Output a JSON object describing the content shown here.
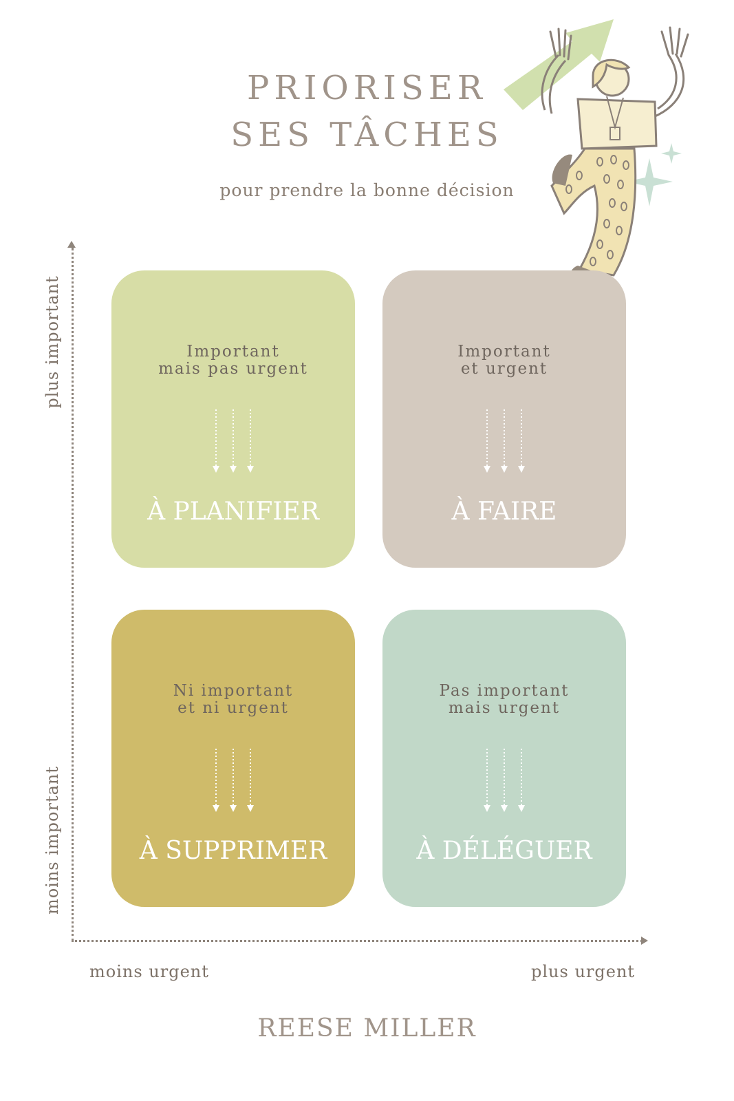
{
  "title": {
    "line1": "PRIORISER",
    "line2": "SES TÂCHES",
    "subtitle": "pour prendre la bonne décision"
  },
  "axes": {
    "y_top": "plus important",
    "y_bottom": "moins important",
    "x_left": "moins urgent",
    "x_right": "plus urgent"
  },
  "quadrants": [
    {
      "desc_line1": "Important",
      "desc_line2": "mais pas urgent",
      "action": "À PLANIFIER",
      "color": "#d7dda6"
    },
    {
      "desc_line1": "Important",
      "desc_line2": "et urgent",
      "action": "À FAIRE",
      "color": "#d4cabf"
    },
    {
      "desc_line1": "Ni important",
      "desc_line2": "et ni urgent",
      "action": "À SUPPRIMER",
      "color": "#cfbb6a"
    },
    {
      "desc_line1": "Pas important",
      "desc_line2": "mais urgent",
      "action": "À DÉLÉGUER",
      "color": "#c1d8c8"
    }
  ],
  "author": "REESE MILLER",
  "illustration": {
    "icon": "jumping-person-with-arrow-icon"
  }
}
